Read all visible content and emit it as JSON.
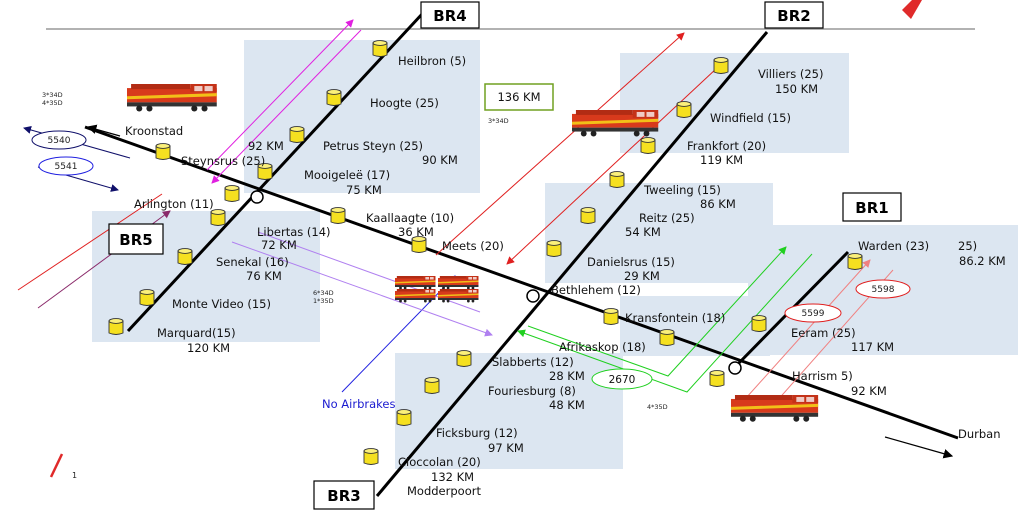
{
  "branches": {
    "br1": "BR1",
    "br2": "BR2",
    "br3": "BR3",
    "br4": "BR4",
    "br5": "BR5"
  },
  "stations": {
    "heilbron": "Heilbron (5)",
    "hoogte": "Hoogte (25)",
    "petrus_steyn": "Petrus Steyn (25)",
    "petrus_steyn_km": "90 KM",
    "steynsrus_km": "92 KM",
    "steynsrus": "Steynsrus (25)",
    "mooigelee": "Mooigeleë (17)",
    "mooigelee_km": "75 KM",
    "kroonstad": "Kroonstad",
    "arlington": "Arlington (11)",
    "libertas": "Libertas (14)",
    "libertas_km": "72 KM",
    "kaallaagte": "Kaallaagte (10)",
    "kaallaagte_km": "36 KM",
    "senekal": "Senekal (16)",
    "senekal_km": "76 KM",
    "monte_video": "Monte Video (15)",
    "marquard": "Marquard(15)",
    "marquard_km": "120 KM",
    "villiers": "Villiers (25)",
    "villiers_km": "150 KM",
    "windfield": "Windfield (15)",
    "frankfort": "Frankfort (20)",
    "frankfort_km": "119 KM",
    "tweeling": "Tweeling (15)",
    "tweeling_km": "86 KM",
    "reitz": "Reitz (25)",
    "reitz_km": "54 KM",
    "meets": "Meets (20)",
    "danielsrus": "Danielsrus (15)",
    "danielsrus_km": "29 KM",
    "bethlehem": "Bethlehem (12)",
    "kransfontein": "Kransfontein (18)",
    "afrikaskop": "Afrikaskop (18)",
    "eeram": "Eeram (25)",
    "eeram_km": "117 KM",
    "warden": "Warden (23)",
    "warden_count": "25)",
    "warden_km": "86.2 KM",
    "harrism": "Harrism 5)",
    "harrism_km": "92 KM",
    "durban": "Durban",
    "slabberts": "Slabberts (12)",
    "slabberts_km": "28 KM",
    "fouriesburg": "Fouriesburg (8)",
    "fouriesburg_km": "48 KM",
    "ficksburg": "Ficksburg (12)",
    "ficksburg_km": "97 KM",
    "cloccolan": "Cloccolan (20)",
    "cloccolan_km": "132 KM",
    "modderpoort": "Modderpoort"
  },
  "annotations": {
    "km136": "136 KM",
    "no_airbrakes": "No Airbrakes",
    "loco_left_1": "3*34D",
    "loco_left_2": "4*35D",
    "loco_center_1": "6*34D",
    "loco_center_2": "1*35D",
    "loco_top": "3*34D",
    "loco_bottom": "4*35D",
    "page_number": "1"
  },
  "train_ids": {
    "t5540": "5540",
    "t5541": "5541",
    "t5599": "5599",
    "t5598": "5598",
    "t2670": "2670"
  },
  "colors": {
    "region": "#dce6f1",
    "magenta": "#e020e0",
    "red": "#e02020",
    "green": "#20d020",
    "blue": "#2020e0",
    "navy": "#10106a",
    "purple": "#8a2a6a",
    "lavender": "#b080f0",
    "pink": "#f08080",
    "olive": "#70a020",
    "silo": "#f5e020"
  }
}
